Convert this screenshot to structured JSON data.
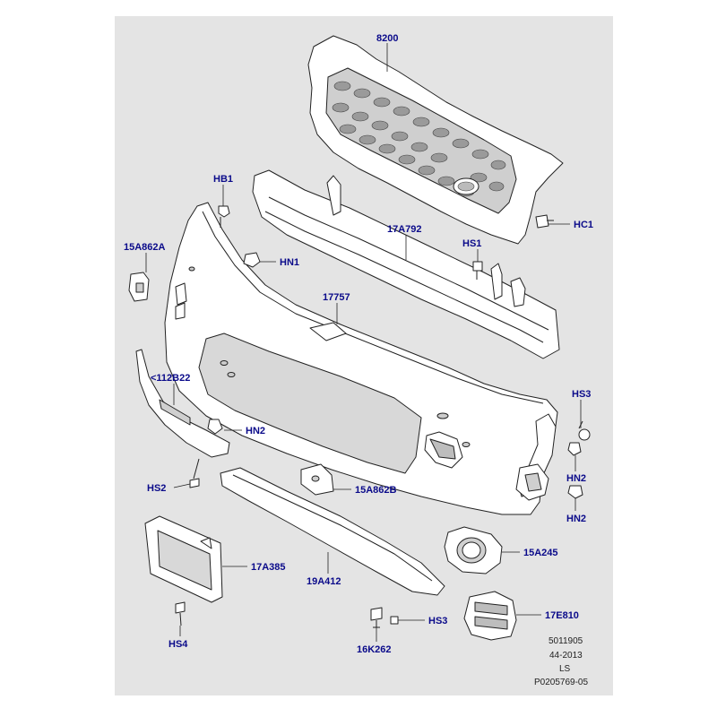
{
  "colors": {
    "page_bg": "#ffffff",
    "panel_bg": "#e4e4e4",
    "part_fill": "#ffffff",
    "part_shade": "#d6d6d6",
    "outline": "#222222",
    "callout_text": "#0a0a8a",
    "leader": "#222222"
  },
  "callouts": [
    {
      "id": "c-8200",
      "label": "8200"
    },
    {
      "id": "c-hb1",
      "label": "HB1"
    },
    {
      "id": "c-hc1",
      "label": "HC1"
    },
    {
      "id": "c-17a792",
      "label": "17A792"
    },
    {
      "id": "c-15a862a",
      "label": "15A862A"
    },
    {
      "id": "c-hn1",
      "label": "HN1"
    },
    {
      "id": "c-hs1",
      "label": "HS1"
    },
    {
      "id": "c-17757",
      "label": "17757"
    },
    {
      "id": "c-112b22",
      "label": "<112B22"
    },
    {
      "id": "c-hs3a",
      "label": "HS3"
    },
    {
      "id": "c-hn2a",
      "label": "HN2"
    },
    {
      "id": "c-hn2b",
      "label": "HN2"
    },
    {
      "id": "c-hn2c",
      "label": "HN2"
    },
    {
      "id": "c-hs2",
      "label": "HS2"
    },
    {
      "id": "c-15a862b",
      "label": "15A862B"
    },
    {
      "id": "c-15a245",
      "label": "15A245"
    },
    {
      "id": "c-17a385",
      "label": "17A385"
    },
    {
      "id": "c-19a412",
      "label": "19A412"
    },
    {
      "id": "c-17e810",
      "label": "17E810"
    },
    {
      "id": "c-hs3b",
      "label": "HS3"
    },
    {
      "id": "c-hs4",
      "label": "HS4"
    },
    {
      "id": "c-16k262",
      "label": "16K262"
    }
  ],
  "footer": {
    "line1": "5011905",
    "line2": "44-2013",
    "line3": "LS",
    "line4": "P0205769-05"
  }
}
